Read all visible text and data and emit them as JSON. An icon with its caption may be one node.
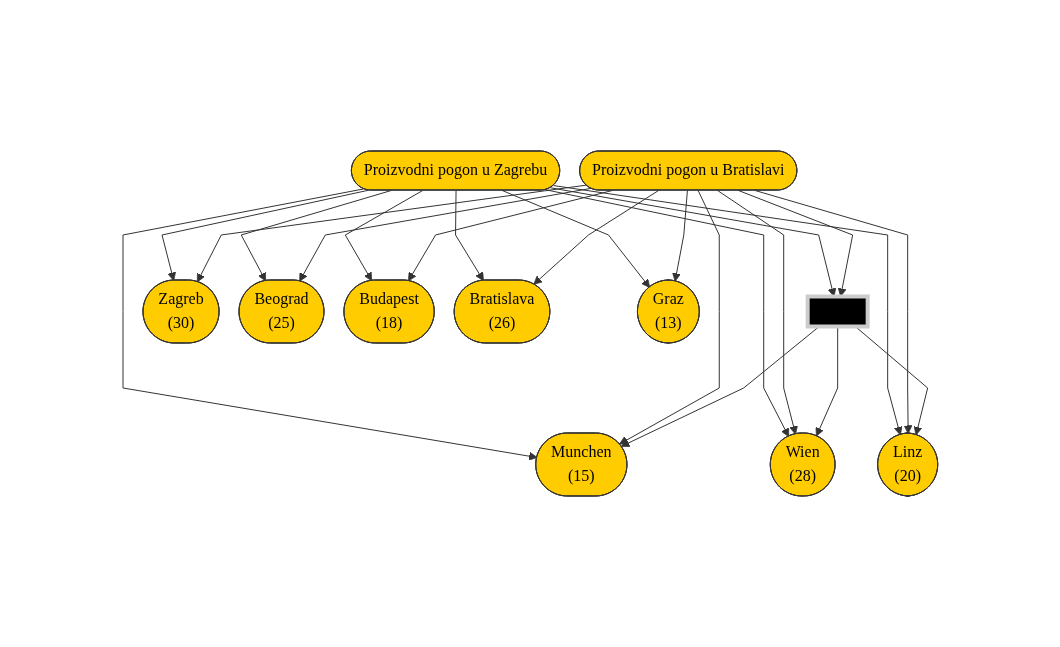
{
  "diagram": {
    "nodes": [
      {
        "text": [
          "Proizvodni pogon u Zagrebu"
        ]
      },
      {
        "text": [
          "Proizvodni pogon u Bratislavi"
        ]
      },
      {
        "text": [],
        "shape": "box"
      },
      {
        "text": [
          "Zagreb",
          "(30)"
        ]
      },
      {
        "text": [
          "Beograd",
          "(25)"
        ]
      },
      {
        "text": [
          "Budapest",
          "(18)"
        ]
      },
      {
        "text": [
          "Munchen",
          "(15)"
        ]
      },
      {
        "text": [
          "Wien",
          "(28)"
        ]
      },
      {
        "text": [
          "Linz",
          "(20)"
        ]
      },
      {
        "text": [
          "Bratislava",
          "(26)"
        ]
      },
      {
        "text": [
          "Graz",
          "(13)"
        ]
      }
    ],
    "edges": [
      {
        "from": 0,
        "to": 3,
        "arrow": "to"
      },
      {
        "from": 0,
        "to": 4,
        "arrow": "to"
      },
      {
        "from": 0,
        "to": 5,
        "arrow": "to"
      },
      {
        "from": 0,
        "to": 6,
        "arrow": "to"
      },
      {
        "from": 0,
        "to": 2,
        "arrow": "to"
      },
      {
        "from": 0,
        "to": 7,
        "arrow": "to"
      },
      {
        "from": 0,
        "to": 8,
        "arrow": "to"
      },
      {
        "from": 0,
        "to": 9,
        "arrow": "to"
      },
      {
        "from": 0,
        "to": 10,
        "arrow": "to"
      },
      {
        "from": 1,
        "to": 3,
        "arrow": "to"
      },
      {
        "from": 1,
        "to": 4,
        "arrow": "to"
      },
      {
        "from": 1,
        "to": 5,
        "arrow": "to"
      },
      {
        "from": 1,
        "to": 6,
        "arrow": "to"
      },
      {
        "from": 1,
        "to": 2,
        "arrow": "to"
      },
      {
        "from": 1,
        "to": 7,
        "arrow": "to"
      },
      {
        "from": 1,
        "to": 8,
        "arrow": "to"
      },
      {
        "from": 1,
        "to": 9,
        "arrow": "to"
      },
      {
        "from": 1,
        "to": 10,
        "arrow": "to"
      },
      {
        "from": 2,
        "to": 6,
        "arrow": "to"
      },
      {
        "from": 2,
        "to": 7,
        "arrow": "to"
      },
      {
        "from": 2,
        "to": 8,
        "arrow": "to"
      }
    ]
  }
}
